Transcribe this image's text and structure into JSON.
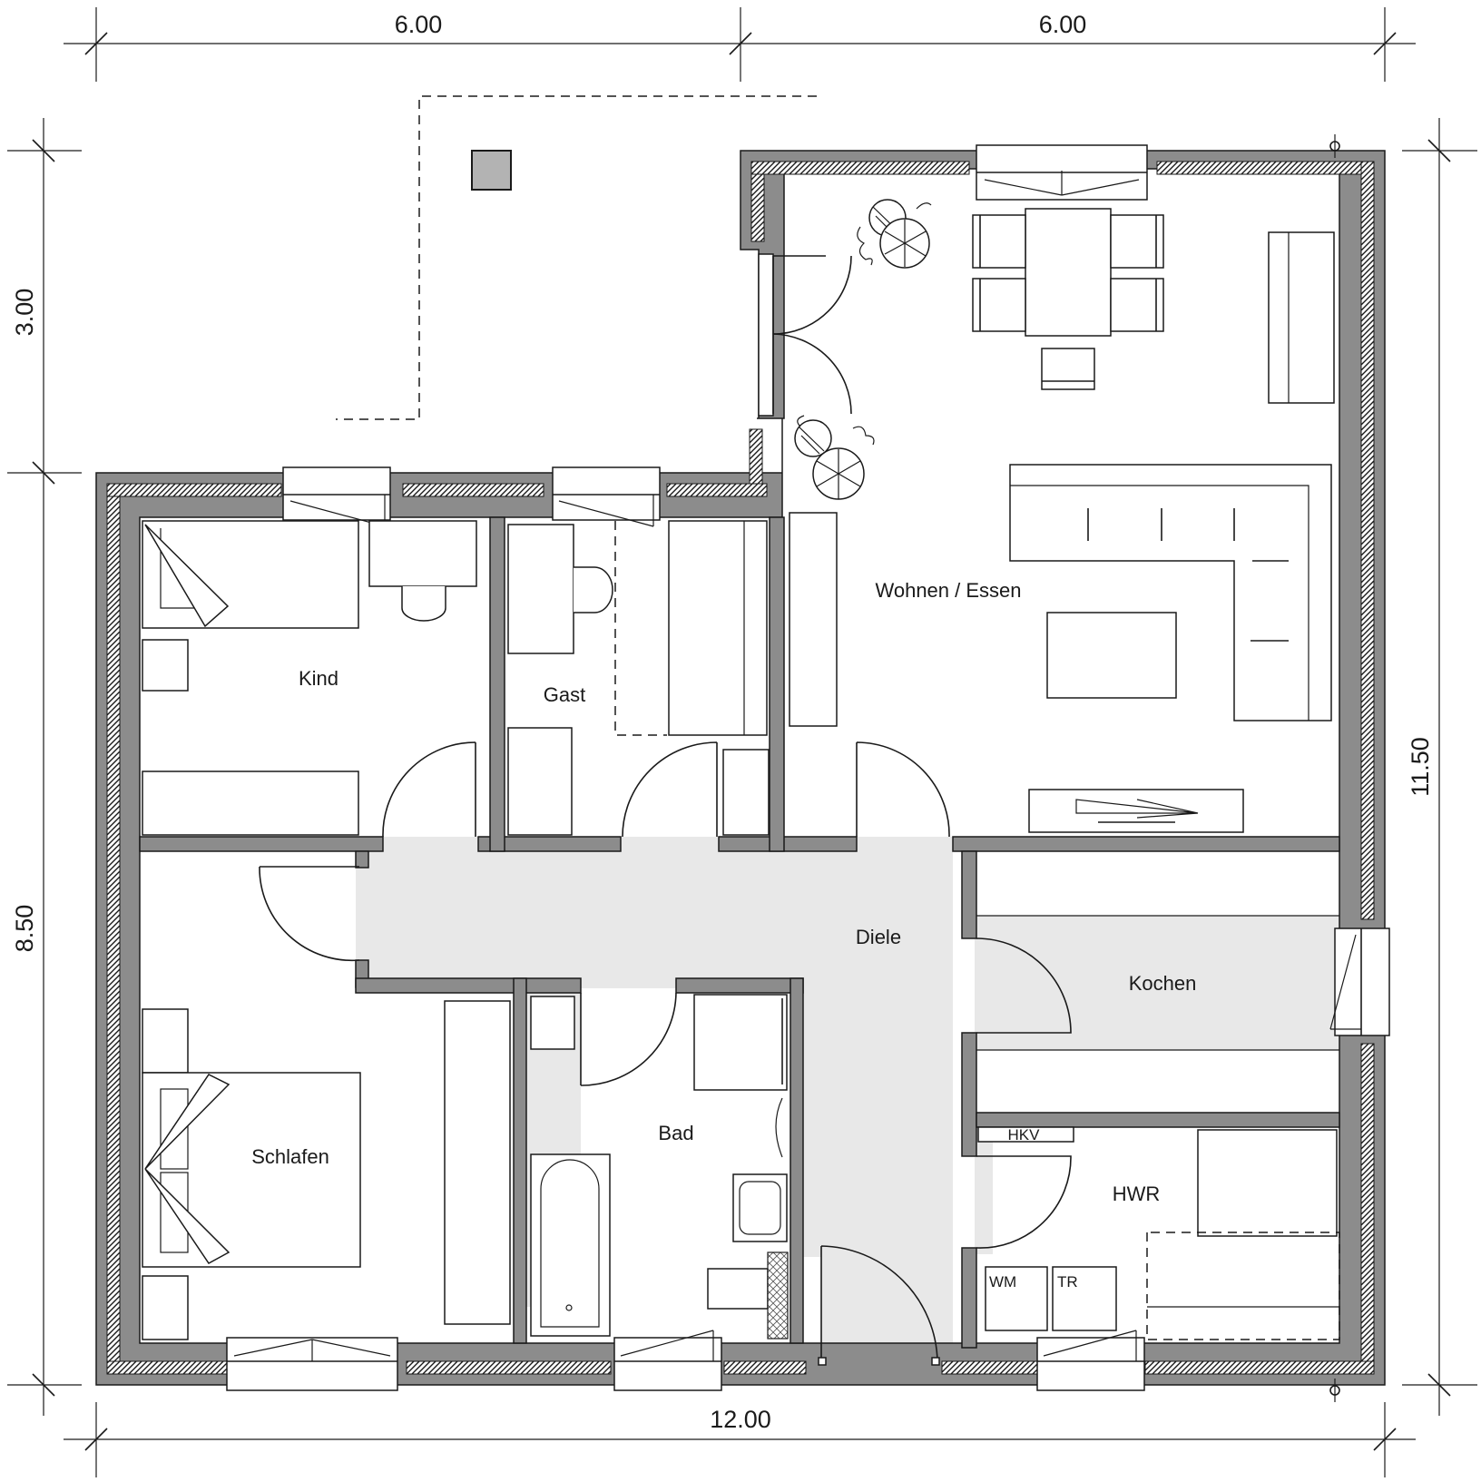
{
  "dimensions": {
    "top_left": "6.00",
    "top_right": "6.00",
    "left_upper": "3.00",
    "left_lower": "8.50",
    "right": "11.50",
    "bottom": "12.00"
  },
  "rooms": {
    "kind": "Kind",
    "gast": "Gast",
    "wohnen": "Wohnen / Essen",
    "diele": "Diele",
    "kochen": "Kochen",
    "schlafen": "Schlafen",
    "bad": "Bad",
    "hwr": "HWR"
  },
  "appliances": {
    "hkv": "HKV",
    "wm": "WM",
    "tr": "TR"
  },
  "colors": {
    "wall": "#8c8c8c",
    "hall_floor": "#e8e8e8",
    "chimney": "#b3b3b3"
  }
}
